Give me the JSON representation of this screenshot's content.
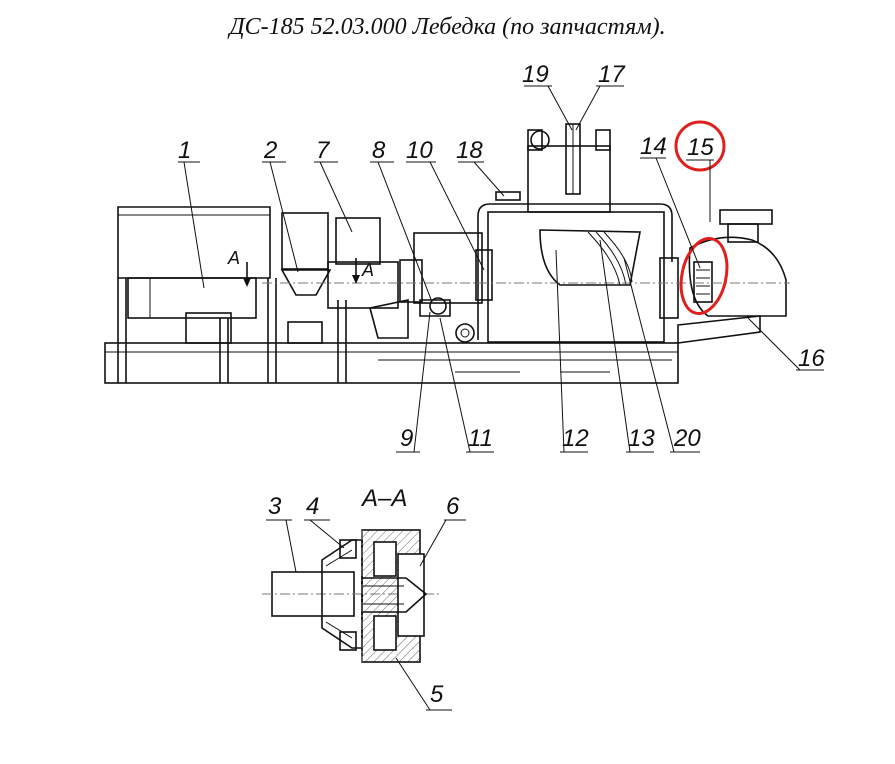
{
  "title": "ДС-185 52.03.000  Лебедка (по запчастям).",
  "section_title": "А–А",
  "section_marks": [
    "А",
    "А"
  ],
  "callouts": [
    "1",
    "2",
    "7",
    "8",
    "10",
    "18",
    "19",
    "17",
    "14",
    "15",
    "16",
    "9",
    "11",
    "12",
    "13",
    "20",
    "3",
    "4",
    "6",
    "5"
  ],
  "highlighted_items": [
    "15"
  ],
  "colors": {
    "line": "#111111",
    "highlight": "#e0201e",
    "background": "#ffffff"
  }
}
